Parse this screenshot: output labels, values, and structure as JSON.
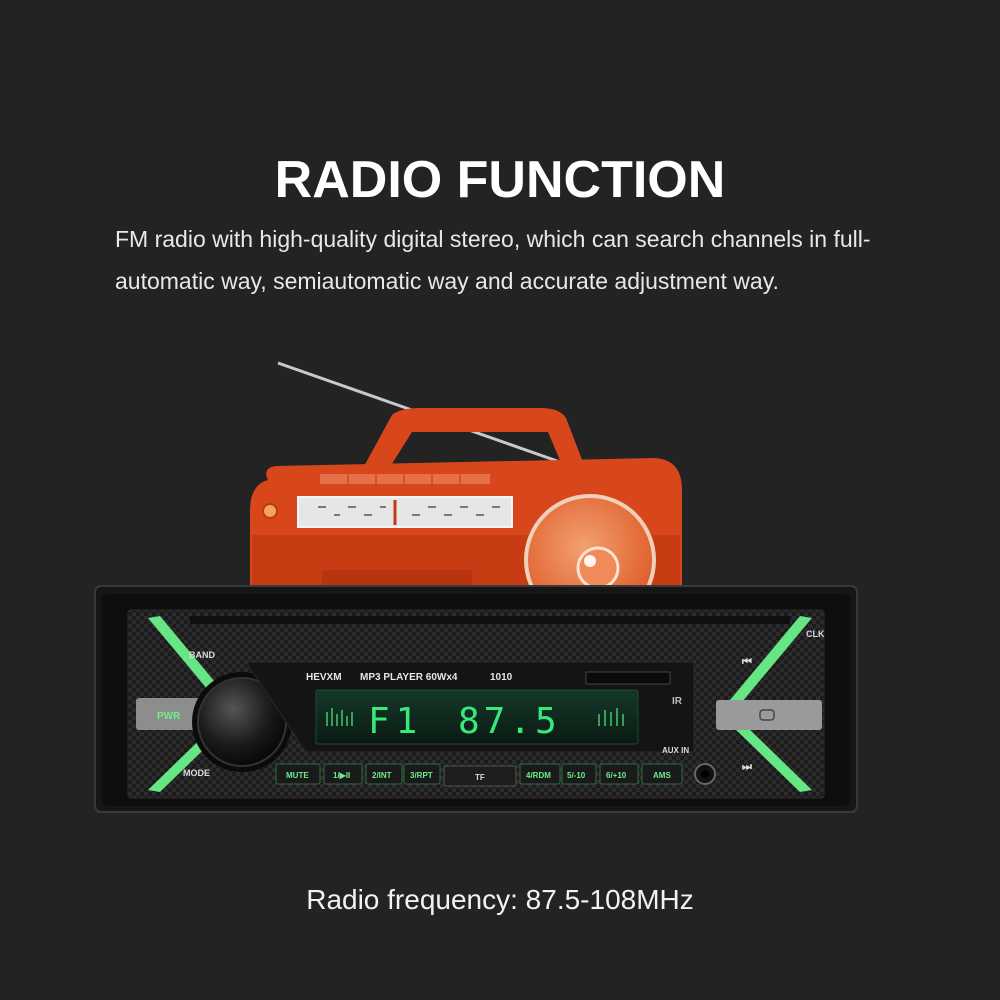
{
  "heading": "RADIO FUNCTION",
  "description": "FM radio with high-quality digital stereo, which can search channels in full-automatic way, semiautomatic way and accurate adjustment way.",
  "caption": "Radio frequency: 87.5-108MHz",
  "colors": {
    "background": "#232323",
    "radio_body": "#d8461c",
    "led_green": "#6af08a",
    "display_bg": "#0f2a1c"
  },
  "stereo": {
    "brand": "HEVXM",
    "model_line": "MP3 PLAYER 60Wx4",
    "model_number": "1010",
    "display": {
      "mode": "F1",
      "frequency": "87.5"
    },
    "labels": {
      "band": "BAND",
      "pwr": "PWR",
      "mode": "MODE",
      "clk": "CLK",
      "aux_in": "AUX IN",
      "ir": "IR",
      "prev_icon": "⏮",
      "next_icon": "⏭"
    },
    "buttons": {
      "mute": "MUTE",
      "b1": "1/▶II",
      "b2": "2/INT",
      "b3": "3/RPT",
      "tf": "TF",
      "b4": "4/RDM",
      "b5": "5/-10",
      "b6": "6/+10",
      "ams": "AMS"
    }
  }
}
